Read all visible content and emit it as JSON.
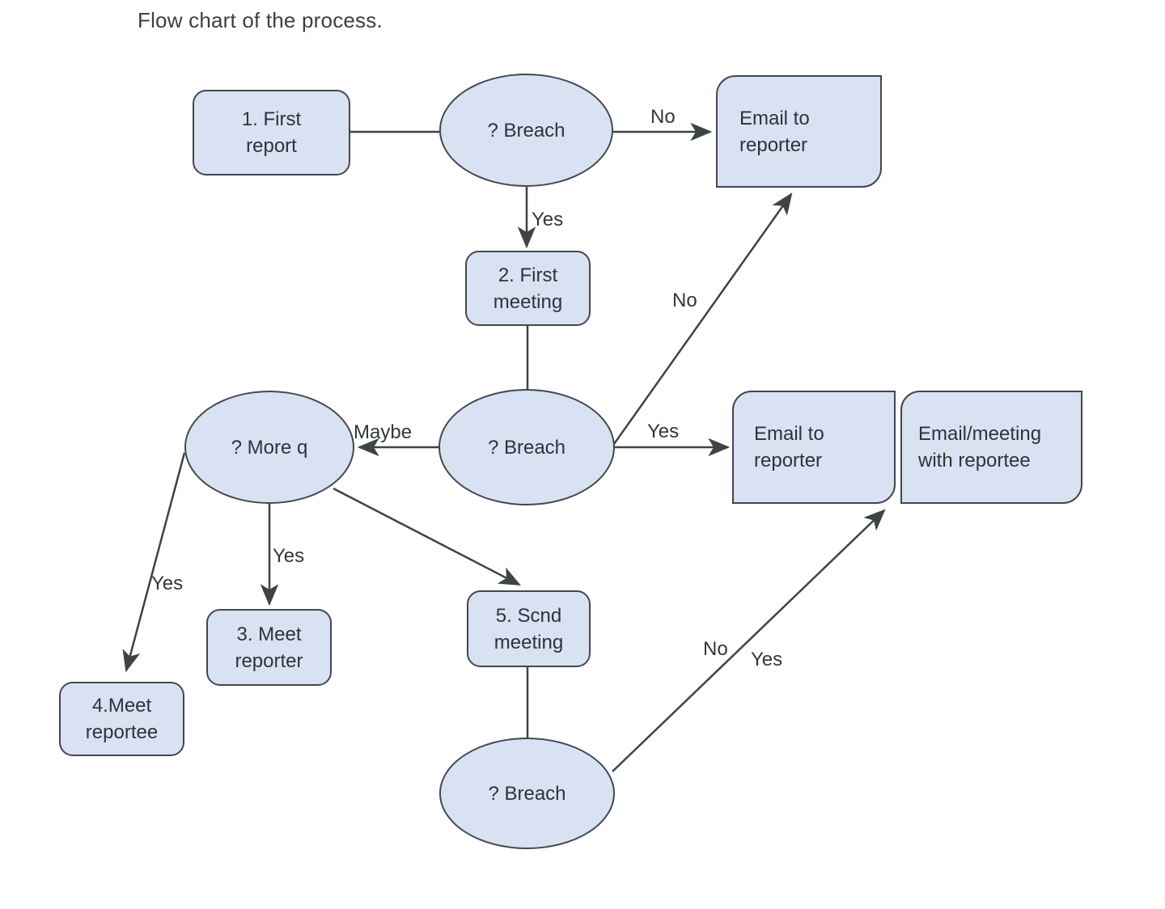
{
  "page": {
    "title": "Flow chart of the process."
  },
  "colors": {
    "background": "#ffffff",
    "node_fill": "#d9e2f3",
    "node_border": "#42484d",
    "edge_line": "#3e4347",
    "text": "#2e3338"
  },
  "nodes": {
    "first_report": {
      "label": "1. First report",
      "lines": [
        "1. First",
        "report"
      ]
    },
    "breach1": {
      "label": "? Breach",
      "lines": [
        "? Breach"
      ]
    },
    "email_reporter_top": {
      "label": "Email to reporter",
      "lines": [
        "Email to",
        "reporter"
      ]
    },
    "first_meeting": {
      "label": "2. First meeting",
      "lines": [
        "2. First",
        "meeting"
      ]
    },
    "breach2": {
      "label": "? Breach",
      "lines": [
        "? Breach"
      ]
    },
    "more_q": {
      "label": "? More q",
      "lines": [
        "? More q"
      ]
    },
    "email_reporter_mid": {
      "label": "Email to reporter",
      "lines": [
        "Email to",
        "reporter"
      ]
    },
    "email_meeting_reportee": {
      "label": "Email/meeting with reportee",
      "lines": [
        "Email/meeting",
        "with reportee"
      ]
    },
    "meet_reporter": {
      "label": "3. Meet reporter",
      "lines": [
        "3. Meet",
        "reporter"
      ]
    },
    "meet_reportee": {
      "label": "4.Meet reportee",
      "lines": [
        "4.Meet",
        "reportee"
      ]
    },
    "scnd_meeting": {
      "label": "5. Scnd meeting",
      "lines": [
        "5. Scnd",
        "meeting"
      ]
    },
    "breach3": {
      "label": "? Breach",
      "lines": [
        "? Breach"
      ]
    }
  },
  "edge_labels": {
    "no_top": "No",
    "yes_first_meeting": "Yes",
    "no_diagonal": "No",
    "maybe": "Maybe",
    "yes_email": "Yes",
    "yes_meet_reportee": "Yes",
    "yes_meet_reporter": "Yes",
    "no_bottom": "No",
    "yes_bottom": "Yes"
  },
  "edges": [
    {
      "from": "first_report",
      "to": "breach1",
      "label": "",
      "arrow": false
    },
    {
      "from": "breach1",
      "to": "email_reporter_top",
      "label": "No",
      "arrow": true
    },
    {
      "from": "breach1",
      "to": "first_meeting",
      "label": "Yes",
      "arrow": true
    },
    {
      "from": "first_meeting",
      "to": "breach2",
      "label": "",
      "arrow": false
    },
    {
      "from": "breach2",
      "to": "more_q",
      "label": "Maybe",
      "arrow": true
    },
    {
      "from": "breach2",
      "to": "email_reporter_mid",
      "label": "Yes",
      "arrow": true
    },
    {
      "from": "breach2",
      "to": "email_reporter_top",
      "label": "No",
      "arrow": true
    },
    {
      "from": "more_q",
      "to": "meet_reportee",
      "label": "Yes",
      "arrow": true
    },
    {
      "from": "more_q",
      "to": "meet_reporter",
      "label": "Yes",
      "arrow": true
    },
    {
      "from": "more_q",
      "to": "scnd_meeting",
      "label": "",
      "arrow": true
    },
    {
      "from": "scnd_meeting",
      "to": "breach3",
      "label": "",
      "arrow": false
    },
    {
      "from": "breach3",
      "to": "email_reporter_mid | email_meeting_reportee",
      "label": "No / Yes",
      "arrow": true
    }
  ]
}
